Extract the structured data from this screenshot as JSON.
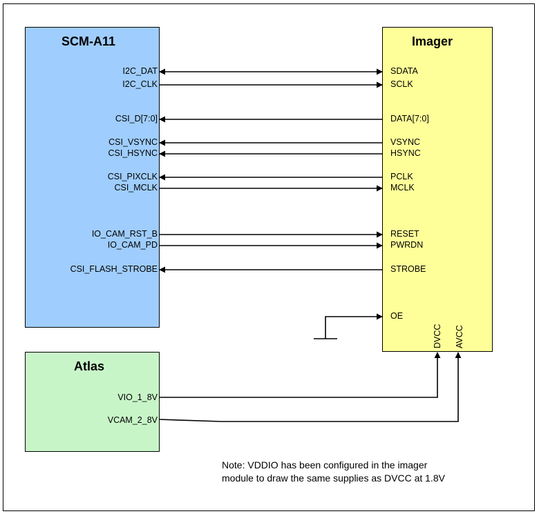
{
  "scm": {
    "title": "SCM-A11",
    "signals": [
      "I2C_DAT",
      "I2C_CLK",
      "CSI_D[7:0]",
      "CSI_VSYNC",
      "CSI_HSYNC",
      "CSI_PIXCLK",
      "CSI_MCLK",
      "IO_CAM_RST_B",
      "IO_CAM_PD",
      "CSI_FLASH_STROBE"
    ]
  },
  "imager": {
    "title": "Imager",
    "signals": [
      "SDATA",
      "SCLK",
      "DATA[7:0]",
      "VSYNC",
      "HSYNC",
      "PCLK",
      "MCLK",
      "RESET",
      "PWRDN",
      "STROBE",
      "OE"
    ],
    "supply_pins": [
      "DVCC",
      "AVCC"
    ]
  },
  "atlas": {
    "title": "Atlas",
    "outputs": [
      "VIO_1_8V",
      "VCAM_2_8V"
    ]
  },
  "connections": [
    {
      "from": "I2C_DAT",
      "to": "SDATA",
      "direction": "both"
    },
    {
      "from": "I2C_CLK",
      "to": "SCLK",
      "direction": "to-imager"
    },
    {
      "from": "CSI_D[7:0]",
      "to": "DATA[7:0]",
      "direction": "to-scm"
    },
    {
      "from": "CSI_VSYNC",
      "to": "VSYNC",
      "direction": "to-scm"
    },
    {
      "from": "CSI_HSYNC",
      "to": "HSYNC",
      "direction": "to-scm"
    },
    {
      "from": "CSI_PIXCLK",
      "to": "PCLK",
      "direction": "to-scm"
    },
    {
      "from": "CSI_MCLK",
      "to": "MCLK",
      "direction": "to-imager"
    },
    {
      "from": "IO_CAM_RST_B",
      "to": "RESET",
      "direction": "to-imager"
    },
    {
      "from": "IO_CAM_PD",
      "to": "PWRDN",
      "direction": "to-imager"
    },
    {
      "from": "CSI_FLASH_STROBE",
      "to": "STROBE",
      "direction": "to-scm"
    },
    {
      "from": "ground",
      "to": "OE",
      "direction": "to-imager"
    },
    {
      "from": "VIO_1_8V",
      "to": "DVCC",
      "direction": "to-imager"
    },
    {
      "from": "VCAM_2_8V",
      "to": "AVCC",
      "direction": "to-imager"
    }
  ],
  "note": {
    "line1": "Note: VDDIO has been configured in the imager",
    "line2": "module to draw the same supplies as DVCC at 1.8V"
  }
}
